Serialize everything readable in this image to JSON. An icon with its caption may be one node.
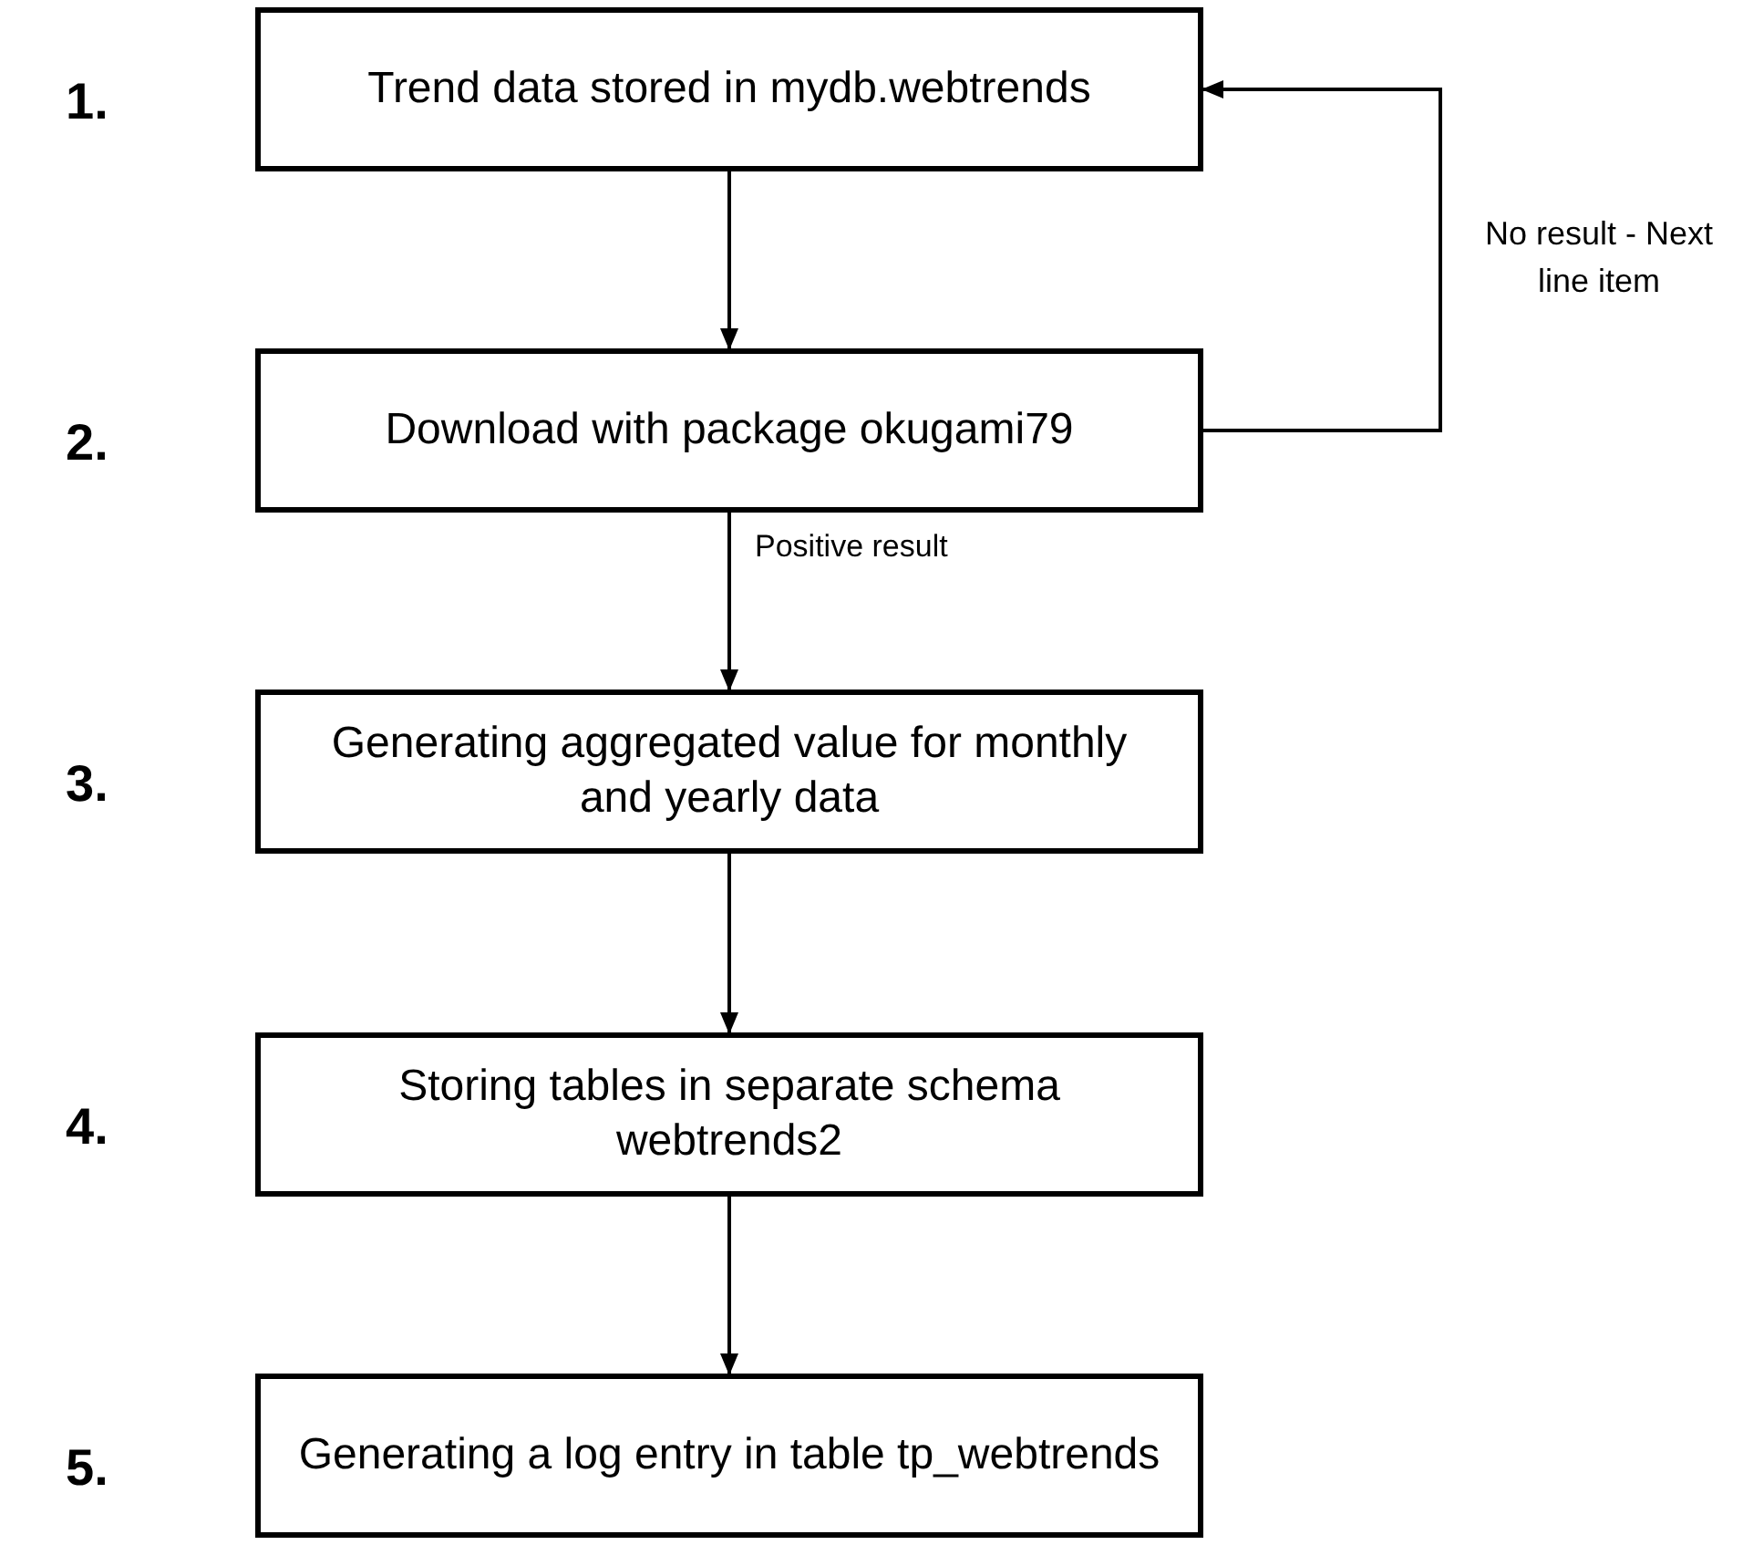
{
  "diagram": {
    "nodes": [
      {
        "text": [
          "Trend data stored in mydb.webtrends"
        ]
      },
      {
        "text": [
          "Download with package okugami79"
        ]
      },
      {
        "text": [
          "Generating aggregated value for monthly and yearly data"
        ]
      },
      {
        "text": [
          "Storing tables in separate schema webtrends2"
        ]
      },
      {
        "text": [
          "Generating a log entry in table tp_webtrends"
        ]
      }
    ],
    "edges": [
      {
        "from": 0,
        "to": 1,
        "arrow": "to"
      },
      {
        "from": 1,
        "to": 0,
        "arrow": "to",
        "label": "No result - Next line item"
      },
      {
        "from": 1,
        "to": 2,
        "arrow": "to",
        "label": "Positive result"
      },
      {
        "from": 2,
        "to": 3,
        "arrow": "to"
      },
      {
        "from": 3,
        "to": 4,
        "arrow": "to"
      }
    ],
    "labels": [
      "1.",
      "2.",
      "3.",
      "4.",
      "5."
    ]
  }
}
